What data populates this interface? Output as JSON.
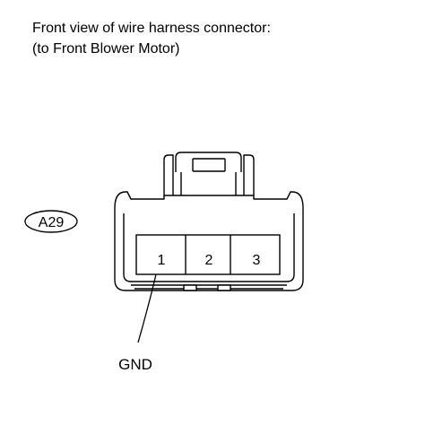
{
  "caption": {
    "line1": "Front view of wire harness connector:",
    "line2": "(to Front Blower Motor)"
  },
  "connector": {
    "code": "A29",
    "pins": [
      "1",
      "2",
      "3"
    ]
  },
  "callouts": {
    "pin1_label": "GND"
  }
}
